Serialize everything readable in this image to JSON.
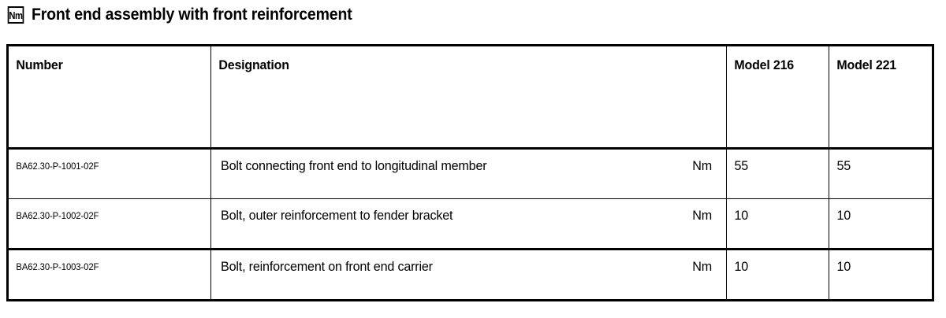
{
  "header": {
    "unit_badge": "Nm",
    "unit_badge_icon": "torque-unit-icon",
    "title": "Front end assembly with front reinforcement"
  },
  "table": {
    "columns": [
      {
        "key": "number",
        "label": "Number"
      },
      {
        "key": "designation",
        "label": "Designation"
      },
      {
        "key": "model216",
        "label": "Model 216"
      },
      {
        "key": "model221",
        "label": "Model 221"
      }
    ],
    "rows": [
      {
        "number": "BA62.30-P-1001-02F",
        "designation": "Bolt connecting front end to longitudinal member",
        "unit": "Nm",
        "model216": "55",
        "model221": "55"
      },
      {
        "number": "BA62.30-P-1002-02F",
        "designation": "Bolt, outer reinforcement to fender bracket",
        "unit": "Nm",
        "model216": "10",
        "model221": "10"
      },
      {
        "number": "BA62.30-P-1003-02F",
        "designation": "Bolt, reinforcement on front end carrier",
        "unit": "Nm",
        "model216": "10",
        "model221": "10"
      }
    ]
  },
  "colors": {
    "text": "#000000",
    "background": "#ffffff",
    "rule": "#000000"
  }
}
